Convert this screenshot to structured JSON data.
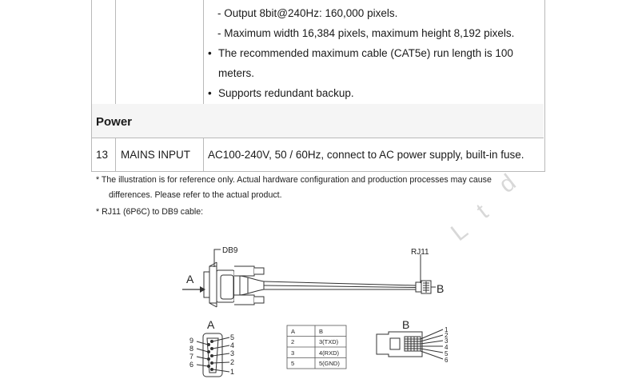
{
  "table": {
    "output_line": "- Output 8bit@240Hz: 160,000 pixels.",
    "max_line": "- Maximum width 16,384 pixels, maximum height 8,192 pixels.",
    "cable_bullet": "•",
    "cable_line1": "The recommended maximum cable (CAT5e) run length is 100",
    "cable_line2": "meters.",
    "backup_bullet": "•",
    "backup_line": "Supports redundant backup.",
    "section_power": "Power",
    "row13": {
      "num": "13",
      "name": "MAINS INPUT",
      "desc": "AC100-240V, 50 / 60Hz, connect to AC power supply, built-in fuse."
    }
  },
  "notes": {
    "note1_line1": "* The illustration is for reference only. Actual hardware configuration and production processes may cause",
    "note1_line2": "differences. Please refer to the actual product.",
    "note2": "* RJ11 (6P6C) to DB9 cable:"
  },
  "watermark": [
    "L",
    "t",
    "d"
  ],
  "diagram": {
    "db9_label": "DB9",
    "rj11_label": "RJ11",
    "end_a": "A",
    "end_b": "B",
    "view_a": "A",
    "view_b": "B",
    "db9_left_pins": [
      "9",
      "8",
      "7",
      "6"
    ],
    "db9_right_pins": [
      "5",
      "4",
      "3",
      "2",
      "1"
    ],
    "rj11_pins": [
      "1",
      "2",
      "3",
      "4",
      "5",
      "6"
    ],
    "pin_table": {
      "header": [
        "A",
        "B"
      ],
      "rows": [
        [
          "2",
          "3(TXD)"
        ],
        [
          "3",
          "4(RXD)"
        ],
        [
          "5",
          "5(GND)"
        ]
      ]
    }
  }
}
